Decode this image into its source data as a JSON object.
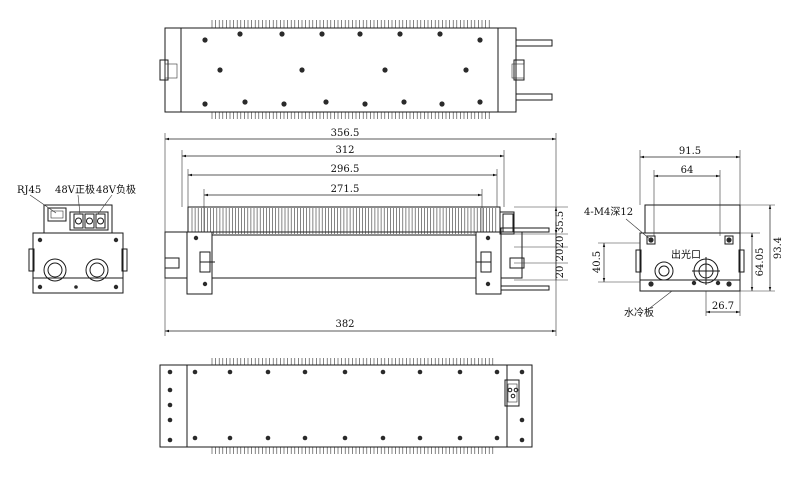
{
  "front_view": {
    "dims": {
      "overall_body": "356.5",
      "fin_top": "312",
      "fin_mid": "296.5",
      "fin_inner": "271.5",
      "overall_length": "382",
      "right_upper": "35.5",
      "right_mid": "20",
      "right_mid2": "20",
      "right_low": "20"
    }
  },
  "left_view": {
    "labels": {
      "rj45": "RJ45",
      "pos48": "48V正极",
      "neg48": "48V负极"
    }
  },
  "right_view": {
    "dims": {
      "top_width": "91.5",
      "inner_width": "64",
      "height_total": "93.4",
      "height_64": "64.05",
      "height_405": "40.5",
      "bottom_267": "26.7"
    },
    "labels": {
      "tapped": "4-M4深12",
      "exit": "出光口",
      "cold_plate": "水冷板"
    }
  }
}
